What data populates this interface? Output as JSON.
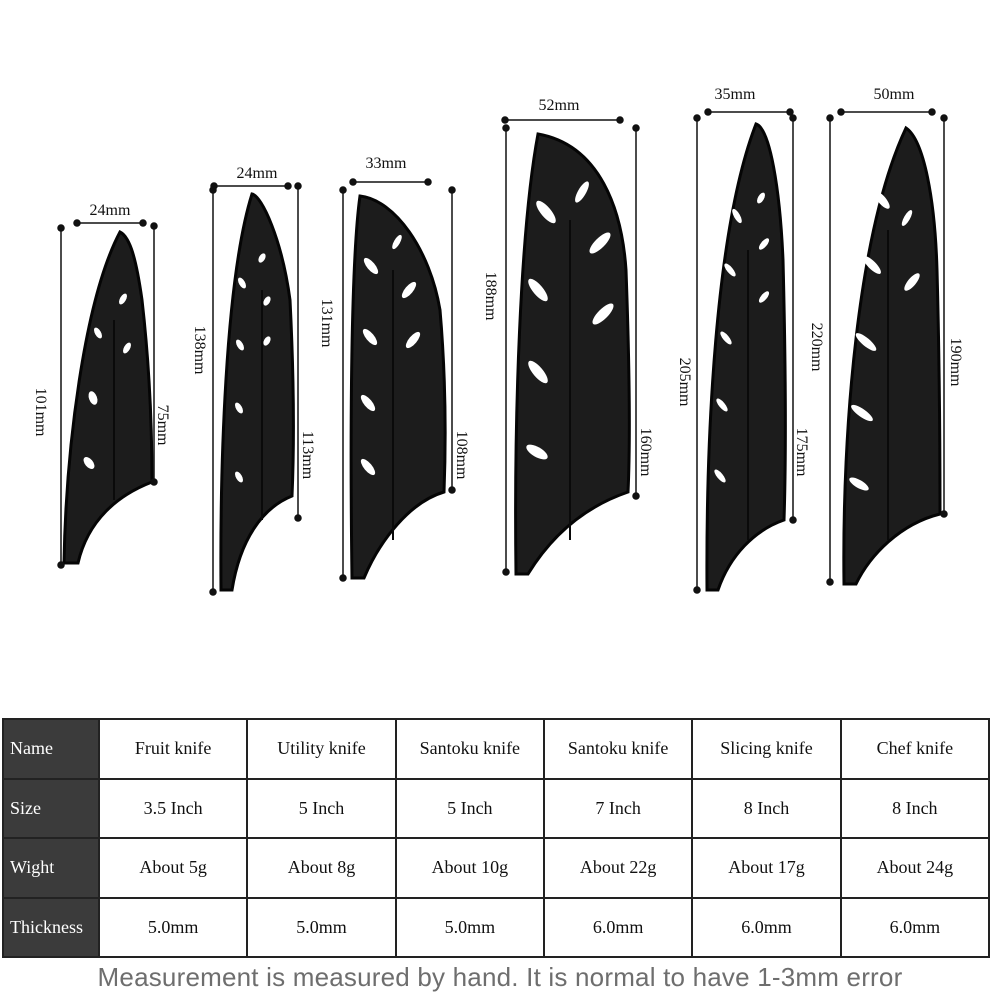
{
  "knives": [
    {
      "name": "Fruit knife",
      "width_label": "24mm",
      "total_length_label": "101mm",
      "edge_length_label": "75mm"
    },
    {
      "name": "Utility knife",
      "width_label": "24mm",
      "total_length_label": "138mm",
      "edge_length_label": "113mm"
    },
    {
      "name": "Santoku knife",
      "width_label": "33mm",
      "total_length_label": "131mm",
      "edge_length_label": "108mm"
    },
    {
      "name": "Santoku knife",
      "width_label": "52mm",
      "total_length_label": "188mm",
      "edge_length_label": "160mm"
    },
    {
      "name": "Slicing knife",
      "width_label": "35mm",
      "total_length_label": "205mm",
      "edge_length_label": "175mm"
    },
    {
      "name": "Chef knife",
      "width_label": "50mm",
      "total_length_label": "220mm",
      "edge_length_label": "190mm"
    }
  ],
  "table": {
    "header_label": "Name",
    "rows": [
      {
        "label": "Size",
        "values": [
          "3.5 Inch",
          "5 Inch",
          "5 Inch",
          "7 Inch",
          "8 Inch",
          "8 Inch"
        ]
      },
      {
        "label": "Wight",
        "values": [
          "About 5g",
          "About 8g",
          "About 10g",
          "About 22g",
          "About 17g",
          "About 24g"
        ]
      },
      {
        "label": "Thickness",
        "values": [
          "5.0mm",
          "5.0mm",
          "5.0mm",
          "6.0mm",
          "6.0mm",
          "6.0mm"
        ]
      }
    ]
  },
  "note": "Measurement is measured by hand. It is normal to have 1-3mm error",
  "colors": {
    "sheath": "#1c1c1c",
    "sheath_edge": "#050505",
    "row_header_bg": "#3b3b3b",
    "note_text": "#6e6e6e"
  }
}
